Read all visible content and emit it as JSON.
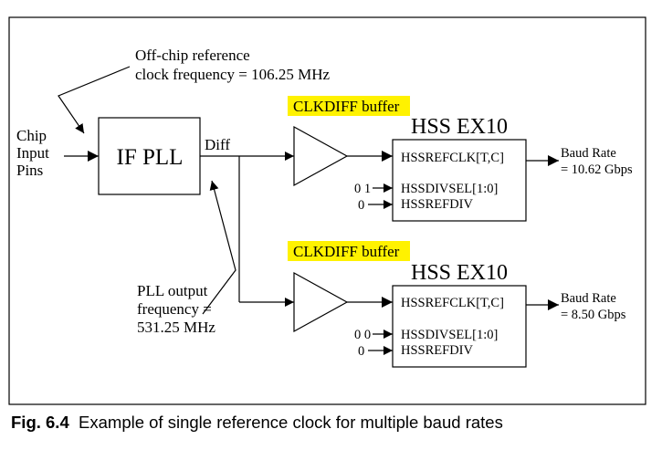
{
  "reference_note": {
    "line1": "Off-chip reference",
    "line2": "clock frequency = 106.25 MHz"
  },
  "input_label": {
    "line1": "Chip",
    "line2": "Input",
    "line3": "Pins"
  },
  "pll": {
    "label": "IF PLL",
    "output_label": "Diff"
  },
  "pll_output_note": {
    "line1": "PLL output",
    "line2": "frequency =",
    "line3": "531.25 MHz"
  },
  "buffers": [
    {
      "label": "CLKDIFF buffer",
      "highlight_color": "#fff200"
    },
    {
      "label": "CLKDIFF buffer",
      "highlight_color": "#fff200"
    }
  ],
  "cores": [
    {
      "title": "HSS EX10",
      "pins": {
        "refclk": "HSSREFCLK[T,C]",
        "divsel": "HSSDIVSEL[1:0]",
        "refdiv": "HSSREFDIV"
      },
      "divsel_value": "0 1",
      "refdiv_value": "0",
      "output": {
        "line1": "Baud Rate",
        "line2": "= 10.62 Gbps"
      }
    },
    {
      "title": "HSS EX10",
      "pins": {
        "refclk": "HSSREFCLK[T,C]",
        "divsel": "HSSDIVSEL[1:0]",
        "refdiv": "HSSREFDIV"
      },
      "divsel_value": "0 0",
      "refdiv_value": "0",
      "output": {
        "line1": "Baud Rate",
        "line2": "= 8.50 Gbps"
      }
    }
  ],
  "caption": {
    "label": "Fig. 6.4",
    "text": "Example of single reference clock for multiple baud rates"
  }
}
